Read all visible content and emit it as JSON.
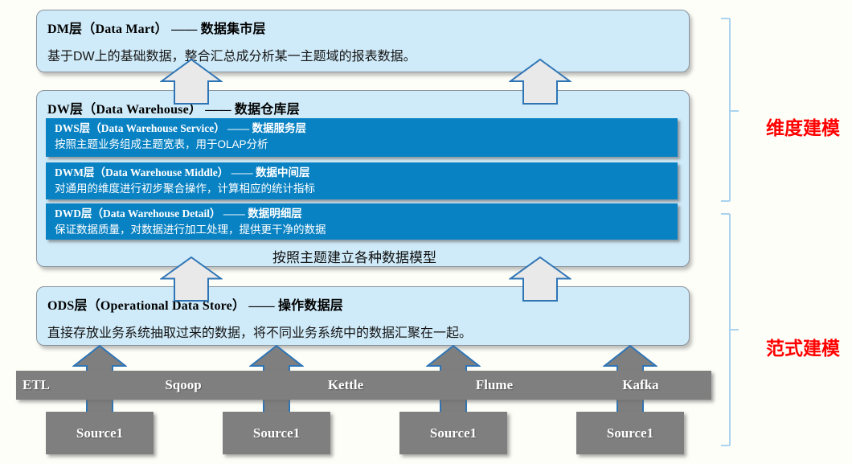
{
  "diagram": {
    "layers": {
      "dm": {
        "title": "DM层（Data Mart） —— 数据集市层",
        "body": "基于DW上的基础数据，整合汇总成分析某一主题域的报表数据。"
      },
      "dw": {
        "title": "DW层（Data Warehouse） —— 数据仓库层",
        "sublayers": [
          {
            "title": "DWS层（Data Warehouse Service） —— 数据服务层",
            "body": "按照主题业务组成主题宽表，用于OLAP分析"
          },
          {
            "title": "DWM层（Data Warehouse Middle） —— 数据中间层",
            "body": "对通用的维度进行初步聚合操作，计算相应的统计指标"
          },
          {
            "title": "DWD层（Data Warehouse Detail） —— 数据明细层",
            "body": "保证数据质量，对数据进行加工处理，提供更干净的数据"
          }
        ],
        "note": "按照主题建立各种数据模型"
      },
      "ods": {
        "title": "ODS层（Operational Data Store） —— 操作数据层",
        "body": "直接存放业务系统抽取过来的数据，将不同业务系统中的数据汇聚在一起。"
      }
    },
    "etl": {
      "bar_label": "ETL",
      "tools": [
        "Sqoop",
        "Kettle",
        "Flume",
        "Kafka"
      ]
    },
    "sources": [
      "Source1",
      "Source1",
      "Source1",
      "Source1"
    ],
    "annotations": [
      {
        "label": "维度建模"
      },
      {
        "label": "范式建模"
      }
    ],
    "colors": {
      "layer_fill": "#CFEAF8",
      "sublayer_fill": "#0982C3",
      "gray": "#7F7F7F",
      "arrow_fill": "#E9E9E9",
      "arrow_stroke": "#2E75B6",
      "bracket": "#A9D3F1",
      "annotation_red": "#FF0000"
    }
  }
}
